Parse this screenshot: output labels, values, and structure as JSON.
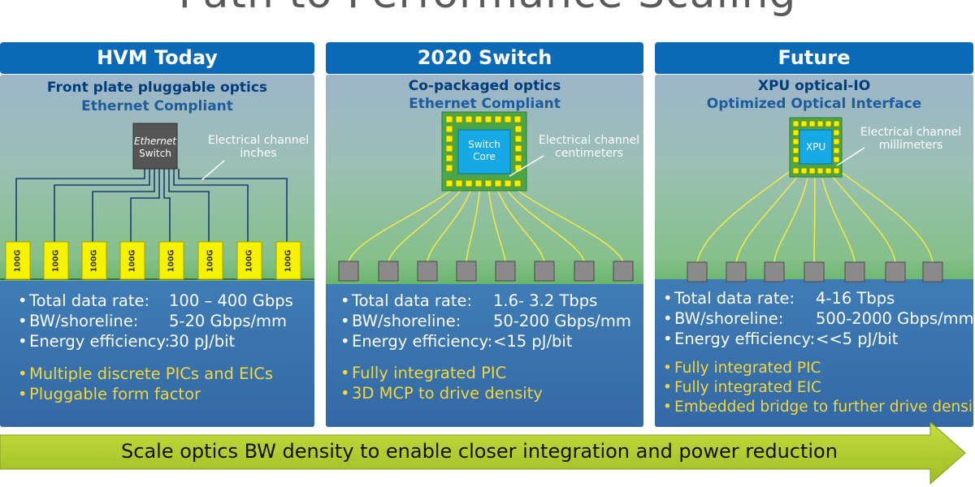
{
  "title": "Path to Performance Scaling",
  "columns": [
    {
      "header": "HVM Today",
      "subtitle1": "Front plate pluggable optics",
      "subtitle2": "Ethernet Compliant",
      "chip_label_line1": "Ethernet",
      "chip_label_line2": "Switch",
      "annotation_line1": "Electrical channel",
      "annotation_line2": "inches",
      "port_label": "100G",
      "port_count": 8,
      "stats": [
        {
          "label": "Total data rate:",
          "value": "100 – 400 Gbps"
        },
        {
          "label": "BW/shoreline:",
          "value": "5-20 Gbps/mm"
        },
        {
          "label": "Energy efficiency:",
          "value": "30 pJ/bit"
        }
      ],
      "bullets": [
        "Multiple discrete PICs and EICs",
        "Pluggable form factor"
      ]
    },
    {
      "header": "2020 Switch",
      "subtitle1": "Co-packaged optics",
      "subtitle2": "Ethernet Compliant",
      "chip_label_line1": "Switch",
      "chip_label_line2": "Core",
      "annotation_line1": "Electrical channel",
      "annotation_line2": "centimeters",
      "port_count": 8,
      "stats": [
        {
          "label": "Total data rate:",
          "value": "1.6- 3.2 Tbps"
        },
        {
          "label": "BW/shoreline:",
          "value": "50-200 Gbps/mm"
        },
        {
          "label": "Energy efficiency:",
          "value": "<15 pJ/bit"
        }
      ],
      "bullets": [
        "Fully integrated PIC",
        "3D MCP to drive density"
      ]
    },
    {
      "header": "Future",
      "subtitle1": "XPU optical-IO",
      "subtitle2": "Optimized Optical Interface",
      "chip_label_line1": "XPU",
      "annotation_line1": "Electrical channel",
      "annotation_line2": "millimeters",
      "port_count": 7,
      "stats": [
        {
          "label": "Total data rate:",
          "value": "4-16 Tbps"
        },
        {
          "label": "BW/shoreline:",
          "value": "500-2000 Gbps/mm"
        },
        {
          "label": "Energy efficiency:",
          "value": "<<5 pJ/bit"
        }
      ],
      "bullets": [
        "Fully integrated PIC",
        "Fully integrated EIC",
        "Embedded bridge to further drive density"
      ]
    }
  ],
  "banner": "Scale optics BW density to enable closer integration and power reduction",
  "colors": {
    "header_blue": "#0a6ab7",
    "lower_blue": "#3a73ae",
    "bullet_yellow": "#f2d73c",
    "chip_cyan": "#17a9e6",
    "pad_yellow": "#f5f000",
    "arrow_green": "#aac92a"
  }
}
